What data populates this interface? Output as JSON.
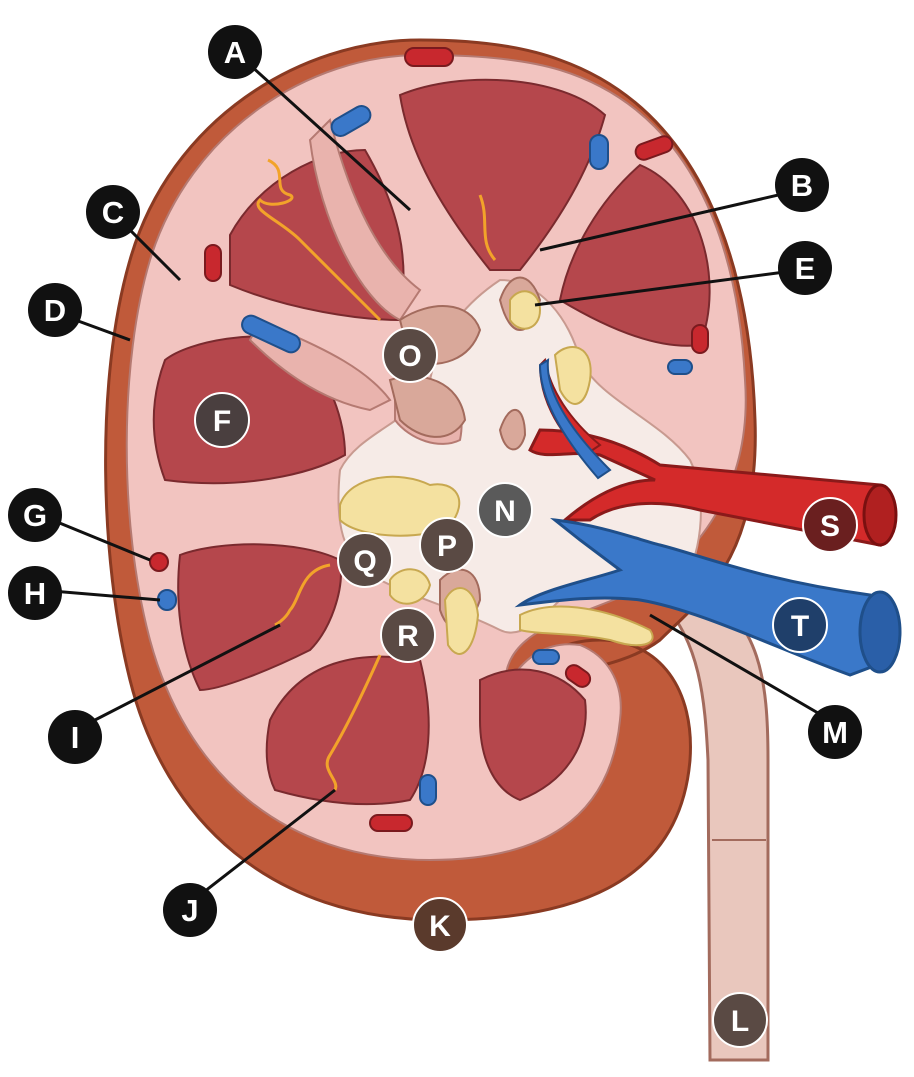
{
  "diagram": {
    "outer_labels": [
      {
        "id": "A",
        "text": "A"
      },
      {
        "id": "B",
        "text": "B"
      },
      {
        "id": "C",
        "text": "C"
      },
      {
        "id": "D",
        "text": "D"
      },
      {
        "id": "E",
        "text": "E"
      },
      {
        "id": "G",
        "text": "G"
      },
      {
        "id": "H",
        "text": "H"
      },
      {
        "id": "I",
        "text": "I"
      },
      {
        "id": "J",
        "text": "J"
      },
      {
        "id": "M",
        "text": "M"
      }
    ],
    "inner_labels": [
      {
        "id": "F",
        "text": "F"
      },
      {
        "id": "K",
        "text": "K"
      },
      {
        "id": "L",
        "text": "L"
      },
      {
        "id": "N",
        "text": "N"
      },
      {
        "id": "O",
        "text": "O"
      },
      {
        "id": "P",
        "text": "P"
      },
      {
        "id": "Q",
        "text": "Q"
      },
      {
        "id": "R",
        "text": "R"
      },
      {
        "id": "S",
        "text": "S"
      },
      {
        "id": "T",
        "text": "T"
      }
    ]
  },
  "colors": {
    "capsule_outer": "#c05a3a",
    "cortex": "#f2c4c0",
    "pyramid": "#b5474c",
    "pelvis": "#f6ebe7",
    "artery": "#d42a2a",
    "vein": "#3a78c9",
    "fat": "#f4e1a0",
    "label_black": "#111111",
    "label_dark": "#4a3f3f"
  }
}
